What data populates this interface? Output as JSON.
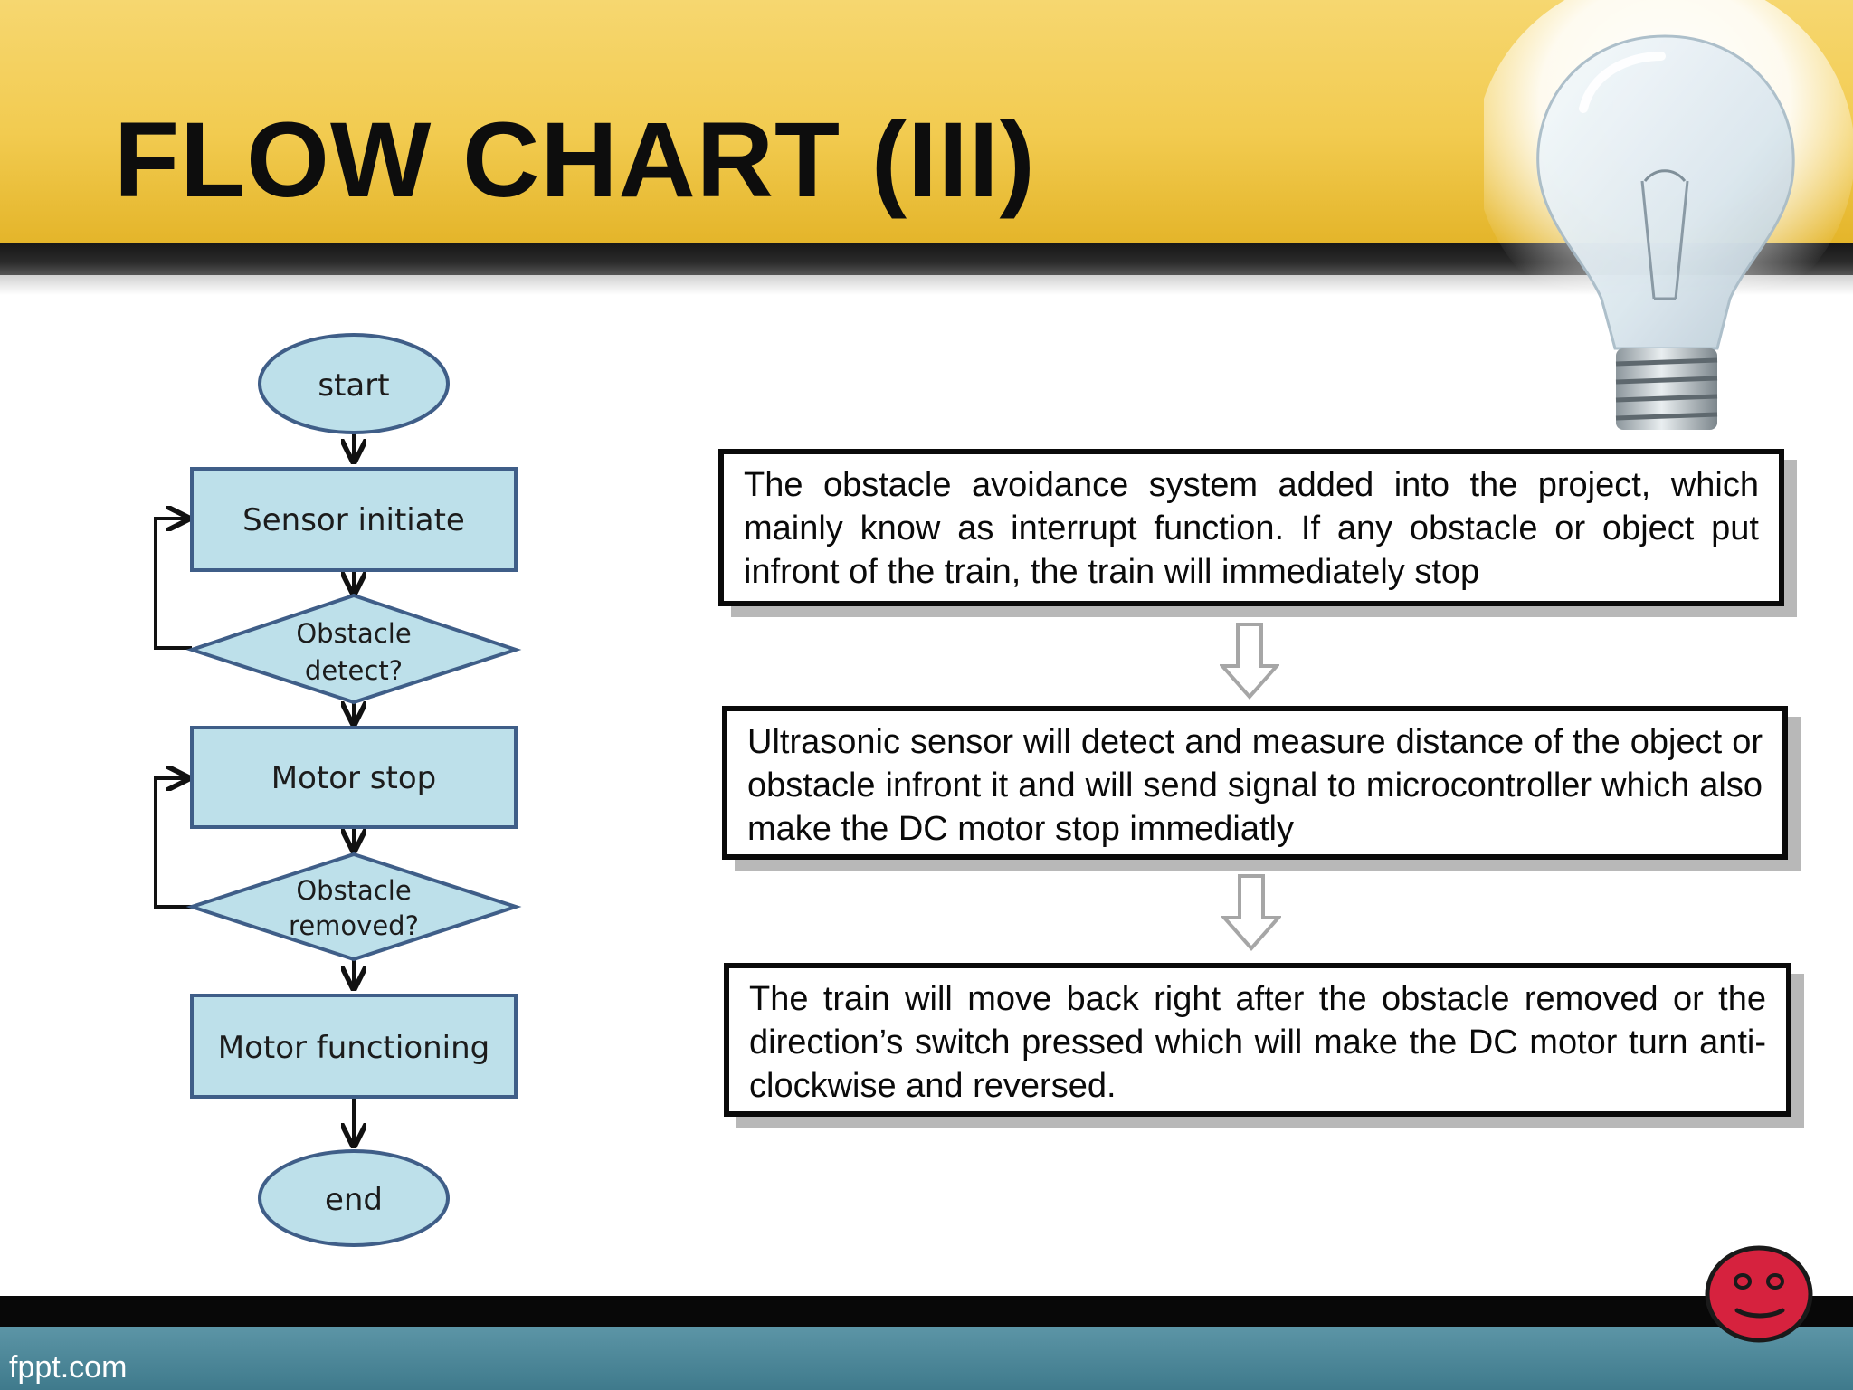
{
  "slide": {
    "title": "FLOW CHART (III)",
    "footer": "fppt.com"
  },
  "flowchart": {
    "nodes": {
      "start": "start",
      "sensor_initiate": "Sensor initiate",
      "obstacle_detect_line1": "Obstacle",
      "obstacle_detect_line2": "detect?",
      "motor_stop": "Motor stop",
      "obstacle_removed_line1": "Obstacle",
      "obstacle_removed_line2": "removed?",
      "motor_functioning": "Motor functioning",
      "end": "end"
    }
  },
  "descriptions": [
    "The obstacle avoidance system added into the project, which mainly know as interrupt function. If any obstacle or object put infront of the train, the train will immediately stop",
    "Ultrasonic sensor will detect and measure distance of the object or obstacle infront it and will send signal to microcontroller which also make the DC motor stop immediatly",
    "The train will move back right after the obstacle removed or the direction’s switch pressed which will make the DC motor turn anti-clockwise and reversed."
  ],
  "colors": {
    "header_yellow": "#f2cb50",
    "node_fill": "#bde0ea",
    "node_stroke": "#3f5e88",
    "footer_teal": "#4a8799",
    "smiley_red": "#d6223e"
  },
  "icons": {
    "bulb": "light-bulb-icon",
    "smiley": "smiley-face-icon",
    "arrow": "hollow-down-arrow-icon"
  }
}
